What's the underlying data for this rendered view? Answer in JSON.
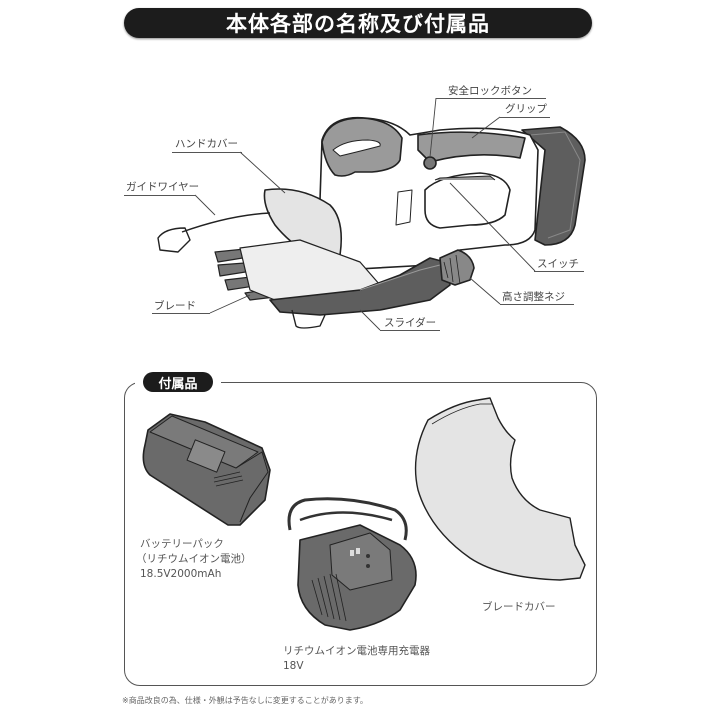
{
  "header": {
    "title": "本体各部の名称及び付属品"
  },
  "parts": {
    "safety_lock_button": "安全ロックボタン",
    "grip": "グリップ",
    "hand_cover": "ハンドカバー",
    "guide_wire": "ガイドワイヤー",
    "switch": "スイッチ",
    "height_adjust_screw": "高さ調整ネジ",
    "blade": "ブレード",
    "slider": "スライダー"
  },
  "accessories": {
    "section_label": "付属品",
    "battery": {
      "line1": "バッテリーパック",
      "line2": "（リチウムイオン電池）",
      "line3": "18.5V2000mAh"
    },
    "charger": {
      "line1": "リチウムイオン電池専用充電器",
      "line2": "18V"
    },
    "blade_cover": {
      "line1": "ブレードカバー"
    }
  },
  "footnote": "※商品改良の為、仕様・外観は予告なしに変更することがあります。",
  "colors": {
    "title_bg": "#1c1c1c",
    "title_text": "#ffffff",
    "part_gray": "#9a9a9a",
    "dark_gray": "#5e5e5e",
    "light_gray": "#e4e4e4"
  }
}
